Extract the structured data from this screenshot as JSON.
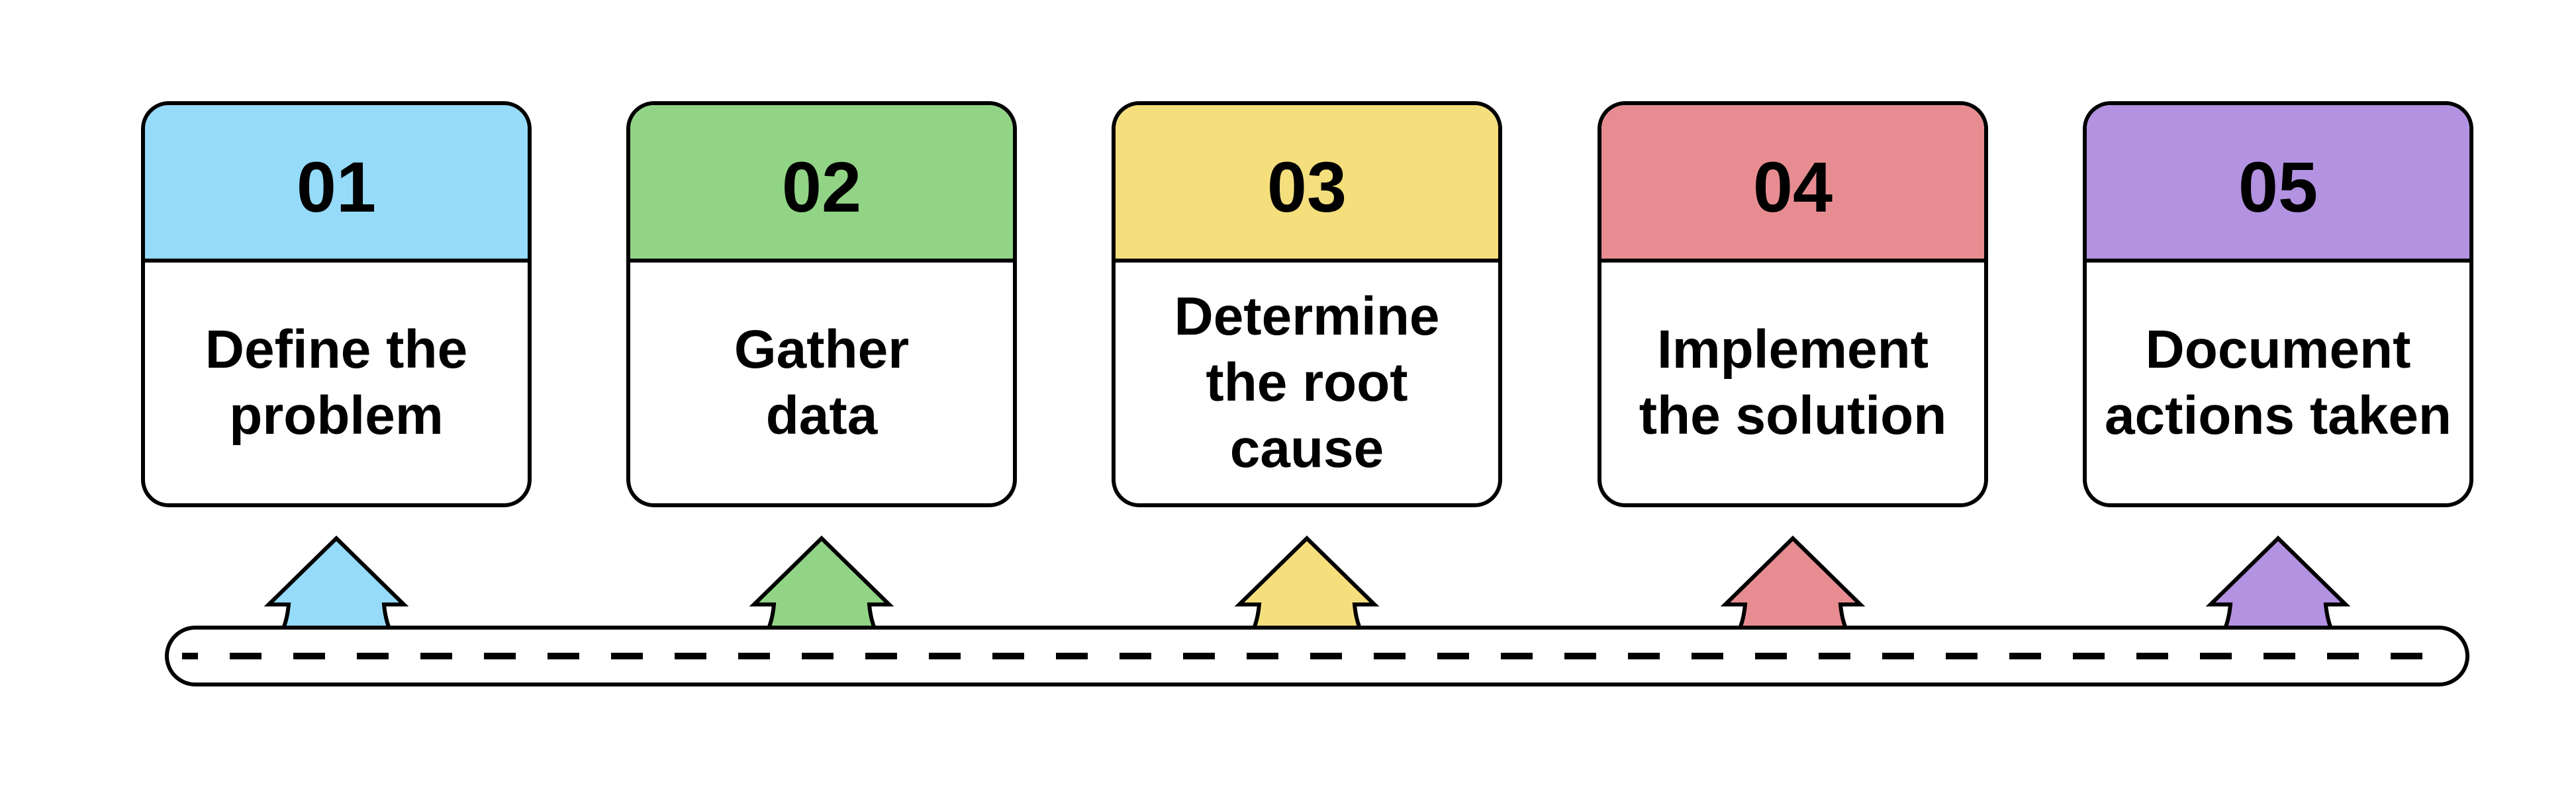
{
  "steps": [
    {
      "number": "01",
      "label": "Define the\nproblem",
      "color": "#96DBF9"
    },
    {
      "number": "02",
      "label": "Gather\ndata",
      "color": "#91D486"
    },
    {
      "number": "03",
      "label": "Determine\nthe root\ncause",
      "color": "#F5DF7D"
    },
    {
      "number": "04",
      "label": "Implement\nthe solution",
      "color": "#E78D91"
    },
    {
      "number": "05",
      "label": "Document\nactions taken",
      "color": "#B392E1"
    }
  ],
  "road": {
    "dash_color": "#000000"
  }
}
